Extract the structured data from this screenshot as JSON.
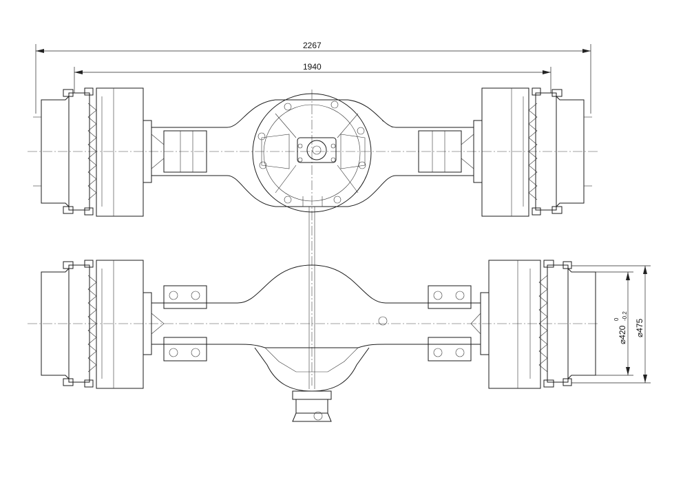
{
  "dimensions": {
    "overall_width": "2267",
    "track_width": "1940",
    "bore_diameter": "⌀420",
    "bore_tolerance_upper": "0",
    "bore_tolerance_lower": "-0.2",
    "flange_diameter": "⌀475"
  }
}
